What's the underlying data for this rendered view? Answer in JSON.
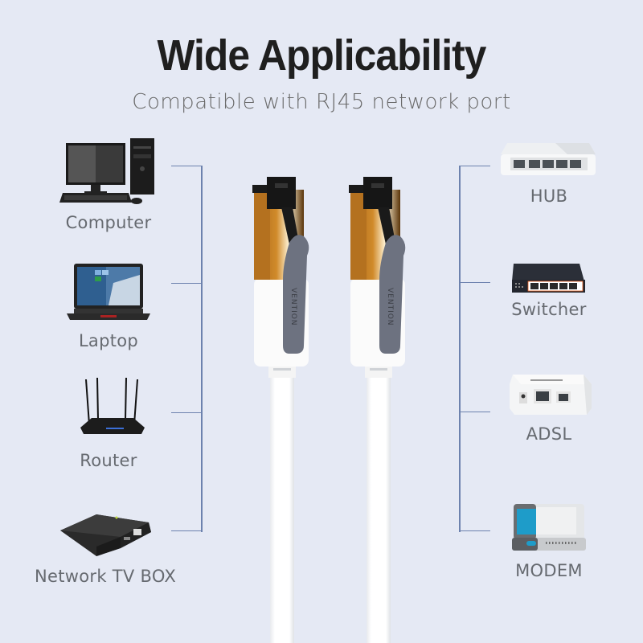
{
  "header": {
    "title": "Wide Applicability",
    "subtitle": "Compatible with RJ45 network port"
  },
  "left_devices": [
    {
      "label": "Computer",
      "icon": "desktop-computer-icon"
    },
    {
      "label": "Laptop",
      "icon": "laptop-icon"
    },
    {
      "label": "Router",
      "icon": "router-icon"
    },
    {
      "label": "Network TV BOX",
      "icon": "tv-box-icon"
    }
  ],
  "right_devices": [
    {
      "label": "HUB",
      "icon": "hub-icon"
    },
    {
      "label": "Switcher",
      "icon": "switch-icon"
    },
    {
      "label": "ADSL",
      "icon": "adsl-icon"
    },
    {
      "label": "MODEM",
      "icon": "modem-icon"
    }
  ],
  "product": {
    "brand_mark": "VENTION",
    "connector": "RJ45 plug"
  },
  "colors": {
    "background": "#e5e9f4",
    "bracket_line": "#6d82ae",
    "title": "#1f1f1f",
    "label": "#666a70",
    "plug_gold": "#b8741e",
    "plug_latch": "#6d7280"
  }
}
